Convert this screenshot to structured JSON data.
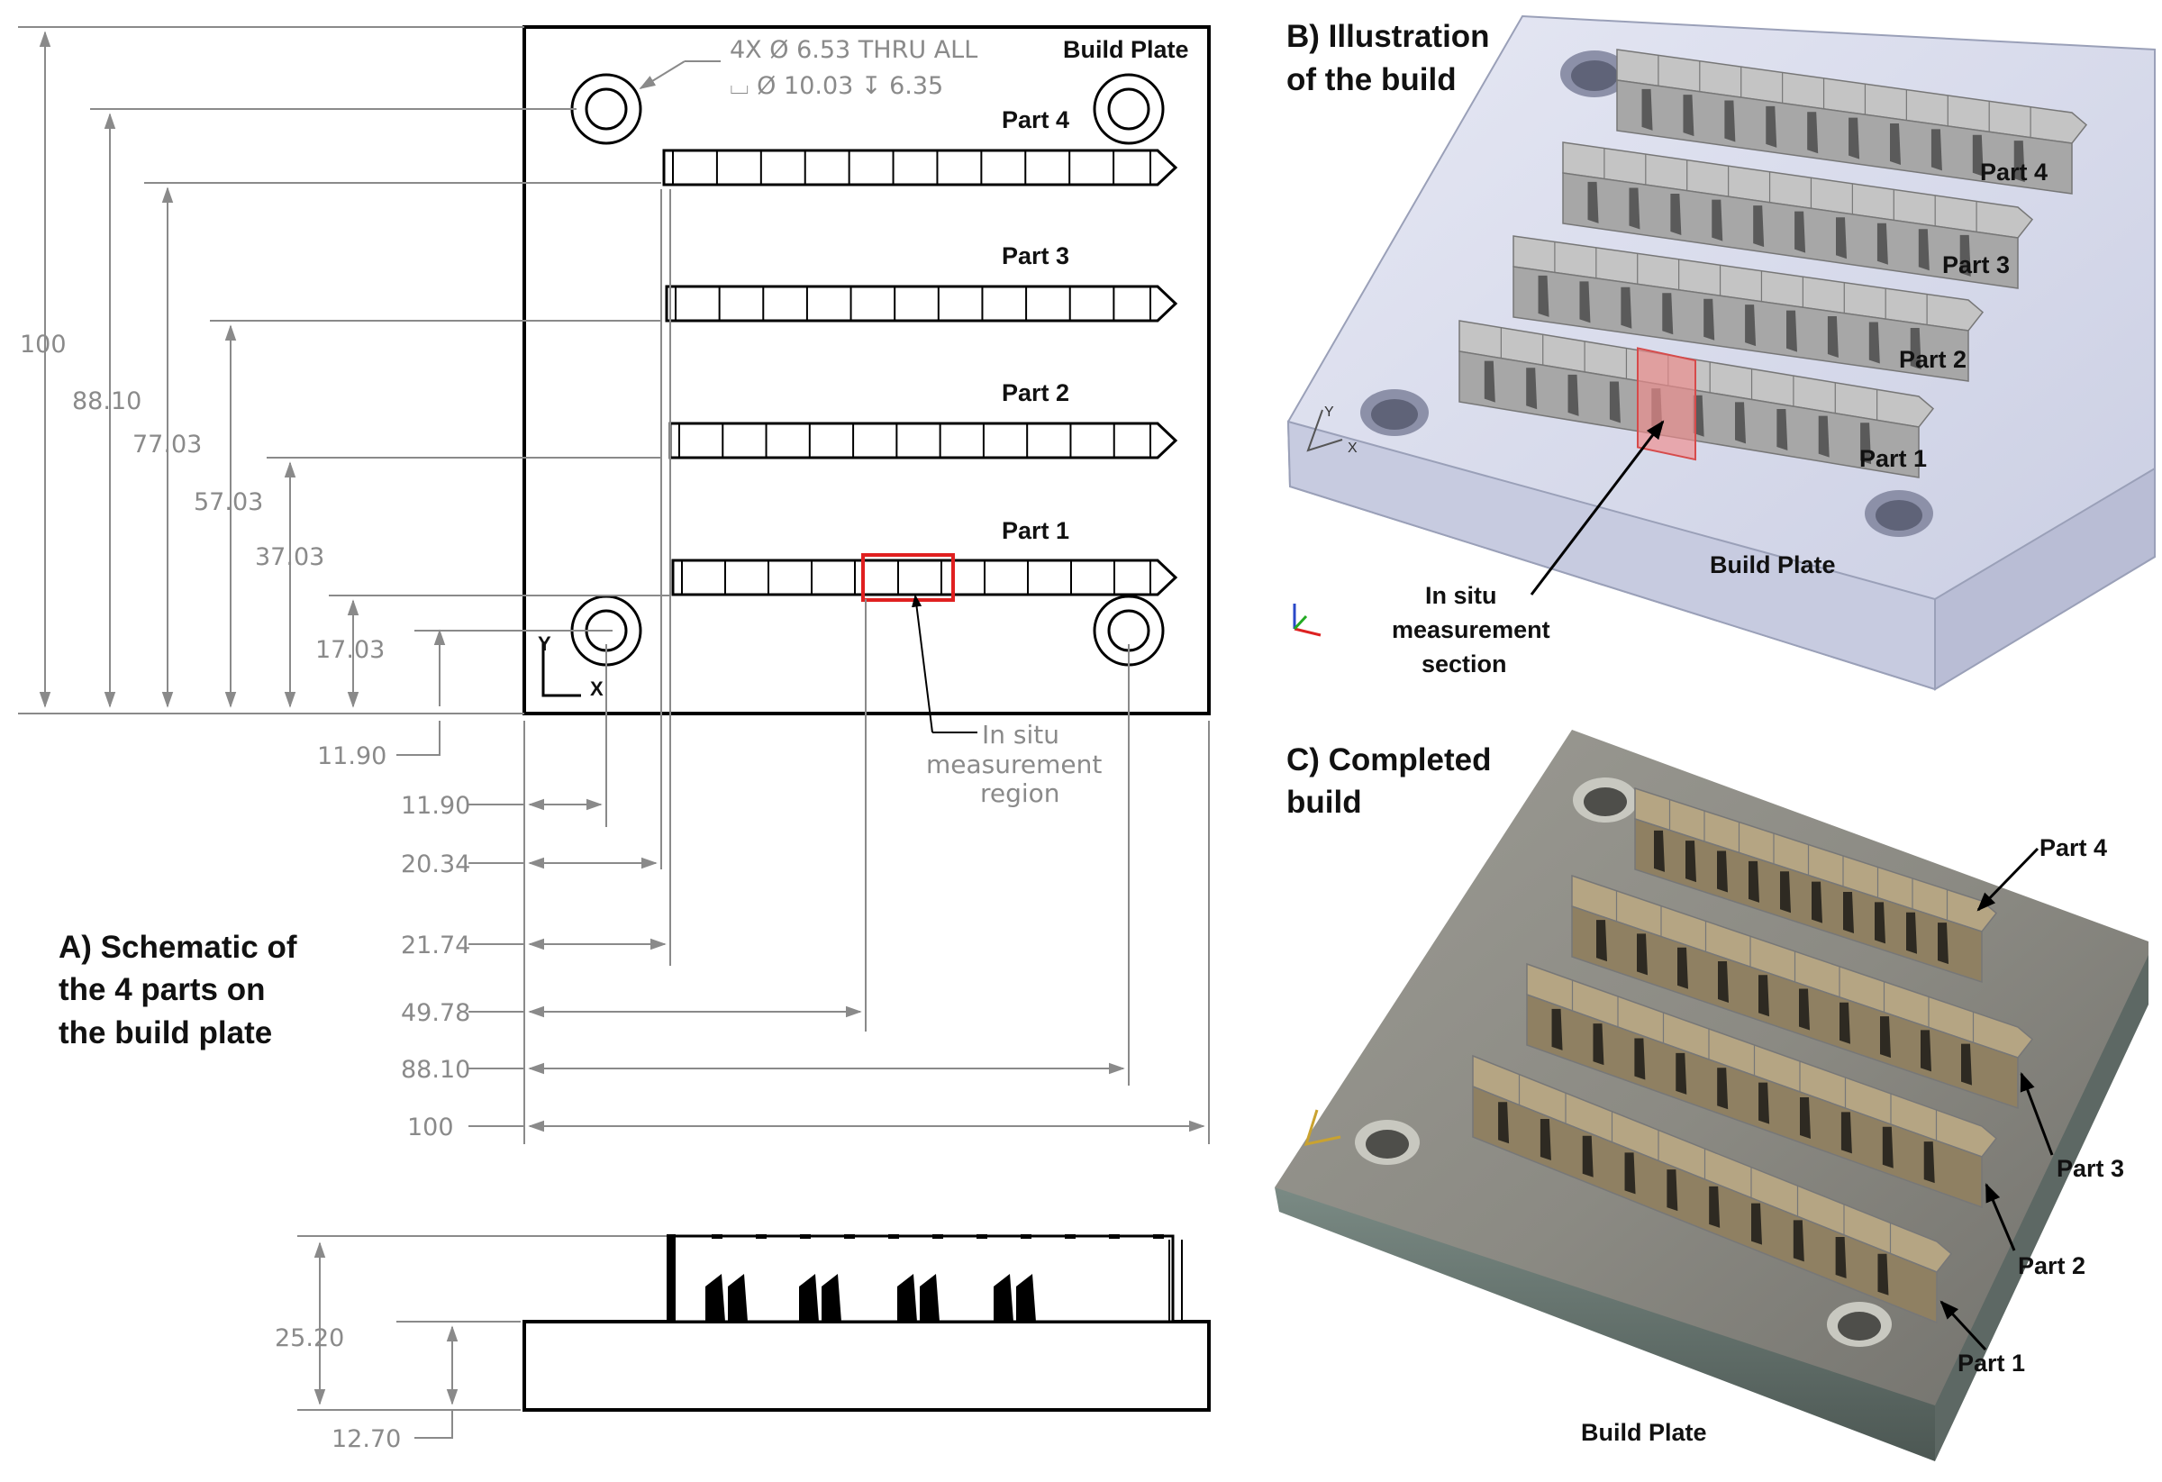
{
  "panels": {
    "a": {
      "title_l1": "A) Schematic of",
      "title_l2": "the 4 parts on",
      "title_l3": "the build plate"
    },
    "b": {
      "title_l1": "B) Illustration",
      "title_l2": "of the build"
    },
    "c": {
      "title_l1": "C) Completed",
      "title_l2": "build"
    }
  },
  "schematic": {
    "build_plate_label": "Build Plate",
    "hole_note_l1": "4X Ø 6.53 THRU ALL",
    "hole_note_l2": "⌴ Ø 10.03 ↧ 6.35",
    "parts": [
      "Part 4",
      "Part 3",
      "Part 2",
      "Part 1"
    ],
    "callout_l1": "In situ",
    "callout_l2": "measurement",
    "callout_l3": "region",
    "axis_y": "Y",
    "axis_x": "X",
    "vertical_dims": [
      "100",
      "88.10",
      "77.03",
      "57.03",
      "37.03",
      "17.03",
      "11.90"
    ],
    "horizontal_dims": [
      "11.90",
      "20.34",
      "21.74",
      "49.78",
      "88.10",
      "100"
    ],
    "side_dims": [
      "25.20",
      "12.70"
    ]
  },
  "illustration": {
    "parts": [
      "Part 4",
      "Part 3",
      "Part 2",
      "Part 1"
    ],
    "build_plate_label": "Build Plate",
    "section_l1": "In situ",
    "section_l2": "measurement",
    "section_l3": "section",
    "axis_y": "Y",
    "axis_x": "X"
  },
  "photo": {
    "parts": [
      "Part 4",
      "Part 3",
      "Part 2",
      "Part 1"
    ],
    "build_plate_label": "Build Plate"
  },
  "colors": {
    "highlight": "#e02020",
    "plate_render": "#dcdff0",
    "part_render": "#b8b8b8",
    "photo_plate": "#8a8a82",
    "photo_part": "#a39272"
  }
}
